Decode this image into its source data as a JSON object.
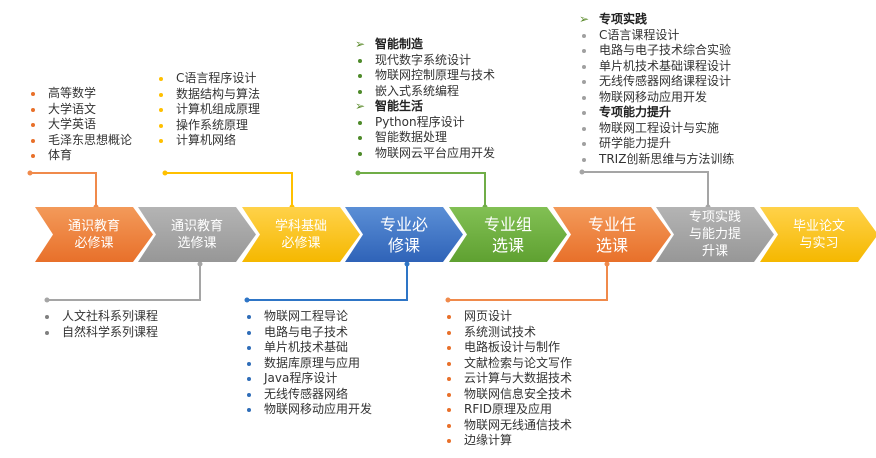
{
  "stages": [
    {
      "label": "通识教育\n必修课",
      "color1": "#f39a5a",
      "color2": "#e8702a",
      "big": false
    },
    {
      "label": "通识教育\n选修课",
      "color1": "#b4b4b4",
      "color2": "#979797",
      "big": false
    },
    {
      "label": "学科基础\n必修课",
      "color1": "#ffd24a",
      "color2": "#f5b800",
      "big": false
    },
    {
      "label": "专业必\n修课",
      "color1": "#5b8fd6",
      "color2": "#2f63b8",
      "big": true
    },
    {
      "label": "专业组\n选课",
      "color1": "#82c054",
      "color2": "#5fa131",
      "big": true
    },
    {
      "label": "专业任\n选课",
      "color1": "#f39a5a",
      "color2": "#e8702a",
      "big": true
    },
    {
      "label": "专项实践\n与能力提\n升课",
      "color1": "#b4b4b4",
      "color2": "#979797",
      "big": false
    },
    {
      "label": "毕业论文\n与实习",
      "color1": "#ffd24a",
      "color2": "#f5b800",
      "big": false
    }
  ],
  "lists": {
    "general_required": {
      "bullet": "#e8702a",
      "items": [
        "高等数学",
        "大学语文",
        "大学英语",
        "毛泽东思想概论",
        "体育"
      ]
    },
    "discipline_basic": {
      "bullet": "#ffc000",
      "items": [
        "C语言程序设计",
        "数据结构与算法",
        "计算机组成原理",
        "操作系统原理",
        "计算机网络"
      ]
    },
    "group_elective": {
      "bullet": "#4e8a2a",
      "items": [
        {
          "head": "智能制造"
        },
        "现代数字系统设计",
        "物联网控制原理与技术",
        "嵌入式系统编程",
        {
          "head": "智能生活"
        },
        "Python程序设计",
        "智能数据处理",
        "物联网云平台应用开发"
      ]
    },
    "practice": {
      "bullet": "#a0a0a0",
      "items": [
        {
          "head": "专项实践"
        },
        "C语言课程设计",
        "电路与电子技术综合实验",
        "单片机技术基础课程设计",
        "无线传感器网络课程设计",
        "物联网移动应用开发",
        {
          "headb": "专项能力提升"
        },
        "物联网工程设计与实施",
        "研学能力提升",
        "TRIZ创新思维与方法训练"
      ]
    },
    "general_elective": {
      "bullet": "#808080",
      "items": [
        "人文社科系列课程",
        "自然科学系列课程"
      ]
    },
    "major_required": {
      "bullet": "#2f6db8",
      "items": [
        "物联网工程导论",
        "电路与电子技术",
        "单片机技术基础",
        "数据库原理与应用",
        "Java程序设计",
        "无线传感器网络",
        "物联网移动应用开发"
      ]
    },
    "major_elective": {
      "bullet": "#e8702a",
      "items": [
        "网页设计",
        "系统测试技术",
        "电路板设计与制作",
        "文献检索与论文写作",
        "云计算与大数据技术",
        "物联网信息安全技术",
        "RFID原理及应用",
        "物联网无线通信技术",
        "边缘计算"
      ]
    }
  }
}
